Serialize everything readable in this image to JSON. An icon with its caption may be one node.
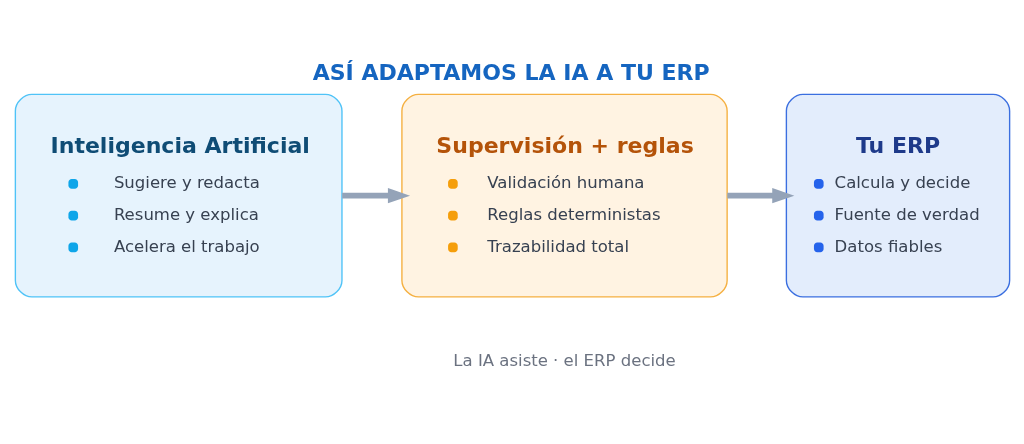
{
  "diagram": {
    "title": "ASÍ ADAPTAMOS LA IA A TU ERP",
    "caption": "La IA asiste · el ERP decide",
    "nodes": [
      {
        "text": [
          "Inteligencia Artificial",
          "Sugiere y redacta",
          "Resume y explica",
          "Acelera el trabajo"
        ]
      },
      {
        "text": [
          "Supervisión + reglas",
          "Validación humana",
          "Reglas deterministas",
          "Trazabilidad total"
        ]
      },
      {
        "text": [
          "Tu ERP",
          "Calcula y decide",
          "Fuente de verdad",
          "Datos fiables"
        ]
      }
    ],
    "edges": [
      {
        "from": 0,
        "to": 1,
        "arrow": "to"
      },
      {
        "from": 1,
        "to": 2,
        "arrow": "to"
      }
    ]
  }
}
